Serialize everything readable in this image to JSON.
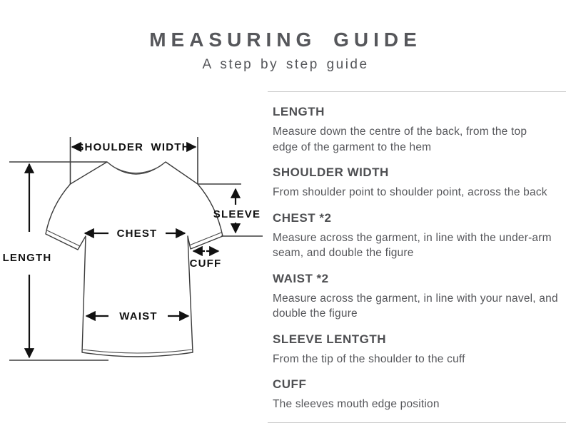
{
  "header": {
    "title": "MEASURING GUIDE",
    "subtitle": "A step by step guide"
  },
  "diagram": {
    "labels": {
      "shoulder_width": "SHOULDER WIDTH",
      "length": "LENGTH",
      "chest": "CHEST",
      "sleeve": "SLEEVE",
      "cuff": "CUFF",
      "waist": "WAIST"
    }
  },
  "guide": {
    "sections": [
      {
        "heading": "LENGTH",
        "body": "Measure down the centre of the back, from the top\nedge of the garment to the hem"
      },
      {
        "heading": "SHOULDER WIDTH",
        "body": "From shoulder point to shoulder point, across the back"
      },
      {
        "heading": "CHEST *2",
        "body": "Measure across the garment, in line with the under-arm\nseam, and double the figure"
      },
      {
        "heading": "WAIST *2",
        "body": "Measure across the garment, in line with your navel, and\ndouble the figure"
      },
      {
        "heading": "SLEEVE LENTGTH",
        "body": "From the tip of the shoulder to the cuff"
      },
      {
        "heading": "CUFF",
        "body": "The sleeves mouth edge position"
      }
    ]
  },
  "colors": {
    "title": "#56575b",
    "section_heading": "#4e4f52",
    "section_body": "#55565a",
    "divider": "#cbcbcb",
    "shirt_outline": "#3b3b3b",
    "diagram_ink": "#111111",
    "background": "#ffffff"
  }
}
